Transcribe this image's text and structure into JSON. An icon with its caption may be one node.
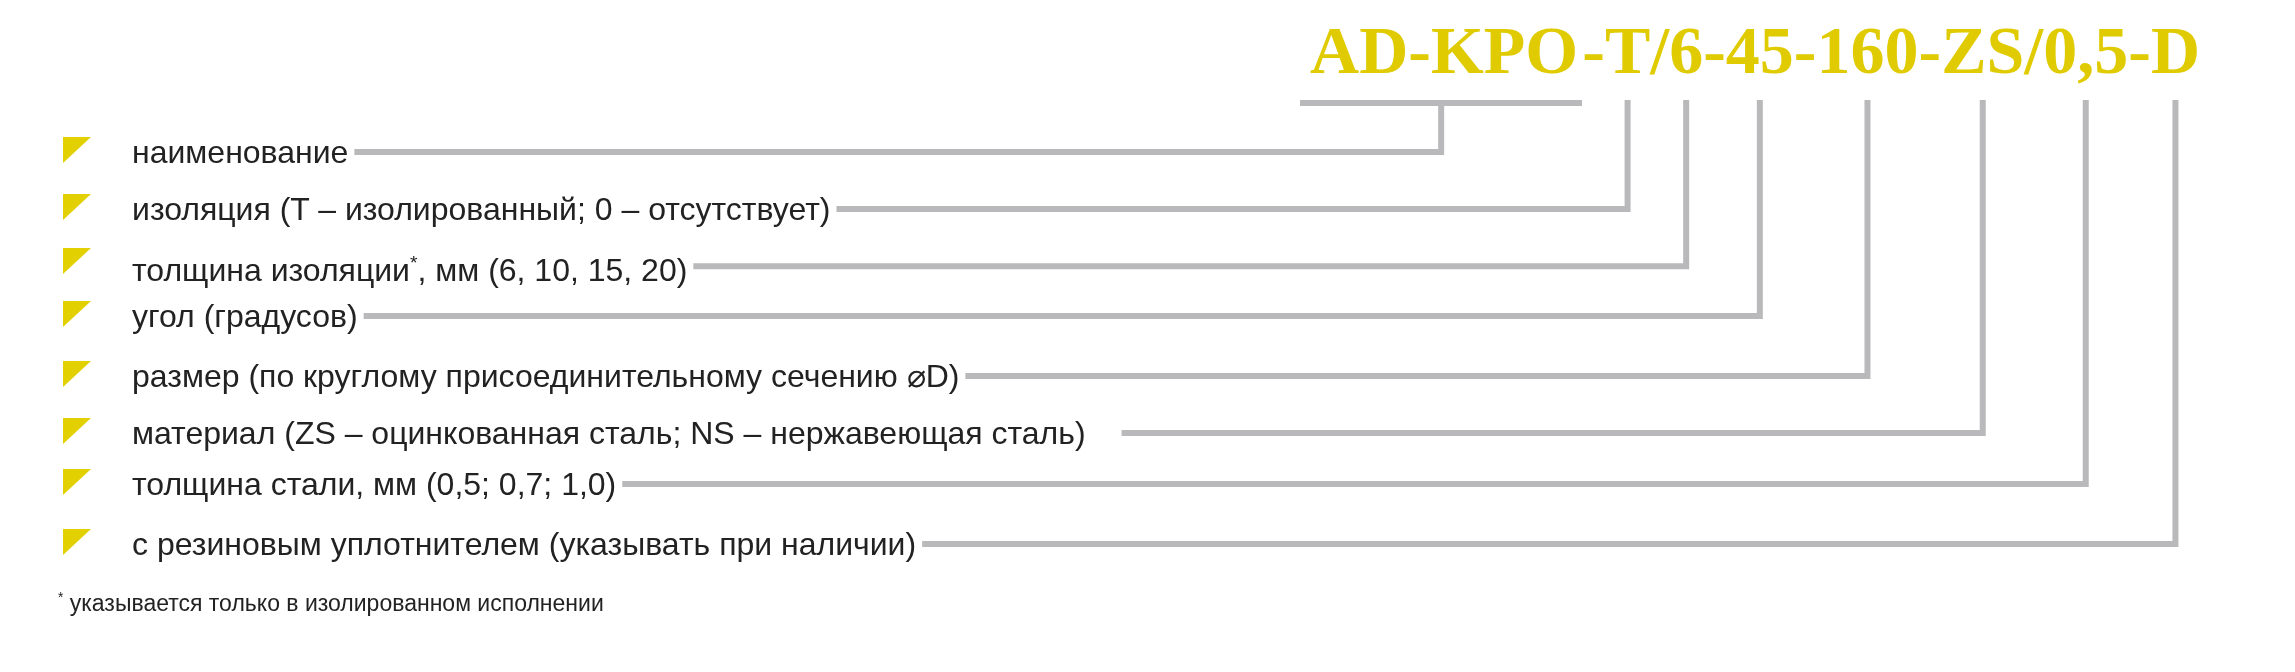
{
  "diagram": {
    "nodes": [
      {
        "text": [
          "AD-KPO"
        ]
      },
      {
        "text": [
          "T"
        ]
      },
      {
        "text": [
          "6"
        ]
      },
      {
        "text": [
          "45"
        ]
      },
      {
        "text": [
          "160"
        ]
      },
      {
        "text": [
          "ZS"
        ]
      },
      {
        "text": [
          "0,5"
        ]
      },
      {
        "text": [
          "D"
        ]
      },
      {
        "text": [
          "наименование"
        ]
      },
      {
        "text": [
          "изоляция (T – изолированный; 0 – отсутствует)"
        ]
      },
      {
        "text": [
          "толщина изоляции$^{*}$, мм (6, 10, 15, 20)"
        ]
      },
      {
        "text": [
          "угол (градусов)"
        ]
      },
      {
        "text": [
          "размер (по круглому присоединительному сечению ⌀D)"
        ]
      },
      {
        "text": [
          "материал (ZS – оцинкованная сталь; NS – нержавеющая сталь)"
        ]
      },
      {
        "text": [
          "толщина стали, мм (0,5; 0,7; 1,0)"
        ]
      },
      {
        "text": [
          "с резиновым уплотнителем (указывать при наличии)"
        ]
      }
    ],
    "edges": [
      {
        "from": 8,
        "to": 0,
        "arrow": "none"
      },
      {
        "from": 9,
        "to": 1,
        "arrow": "none"
      },
      {
        "from": 10,
        "to": 2,
        "arrow": "none"
      },
      {
        "from": 11,
        "to": 3,
        "arrow": "none"
      },
      {
        "from": 12,
        "to": 4,
        "arrow": "none"
      },
      {
        "from": 13,
        "to": 5,
        "arrow": "none"
      },
      {
        "from": 14,
        "to": 6,
        "arrow": "none"
      },
      {
        "from": 15,
        "to": 7,
        "arrow": "none"
      }
    ],
    "labels": [
      "-",
      "/",
      "-",
      "-",
      "-",
      "/",
      "-",
      "$^{*}$ указывается только в изолированном исполнении"
    ]
  }
}
